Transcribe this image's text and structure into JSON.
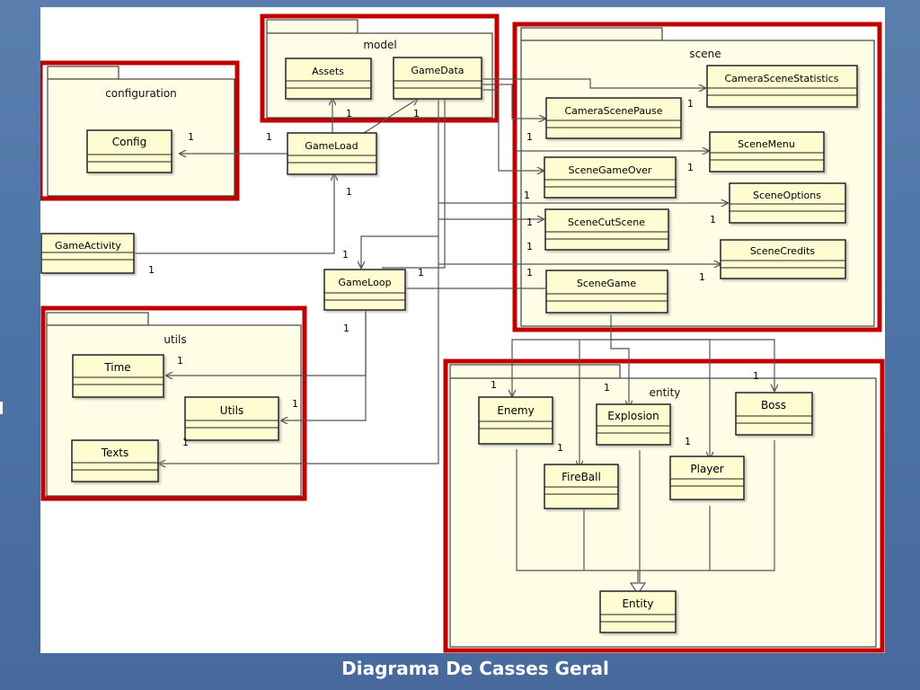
{
  "caption": "Diagrama De Casses Geral",
  "colors": {
    "slide_background": "#4d73a6",
    "highlight_border": "#c00000",
    "package_fill": "#fefde6",
    "class_fill": "#fefcd0",
    "line": "#555555"
  },
  "packages": {
    "configuration": "configuration",
    "model": "model",
    "scene": "scene",
    "utils": "utils",
    "entity": "entity"
  },
  "classes": {
    "config": "Config",
    "assets": "Assets",
    "game_data": "GameData",
    "game_load": "GameLoad",
    "game_activity": "GameActivity",
    "game_loop": "GameLoop",
    "time": "Time",
    "utils": "Utils",
    "texts": "Texts",
    "camera_scene_statistics": "CameraSceneStatistics",
    "camera_scene_pause": "CameraScenePause",
    "scene_menu": "SceneMenu",
    "scene_game_over": "SceneGameOver",
    "scene_options": "SceneOptions",
    "scene_cut_scene": "SceneCutScene",
    "scene_credits": "SceneCredits",
    "scene_game": "SceneGame",
    "enemy": "Enemy",
    "explosion": "Explosion",
    "boss": "Boss",
    "fireball": "FireBall",
    "player": "Player",
    "entity": "Entity"
  },
  "multiplicity": "1"
}
